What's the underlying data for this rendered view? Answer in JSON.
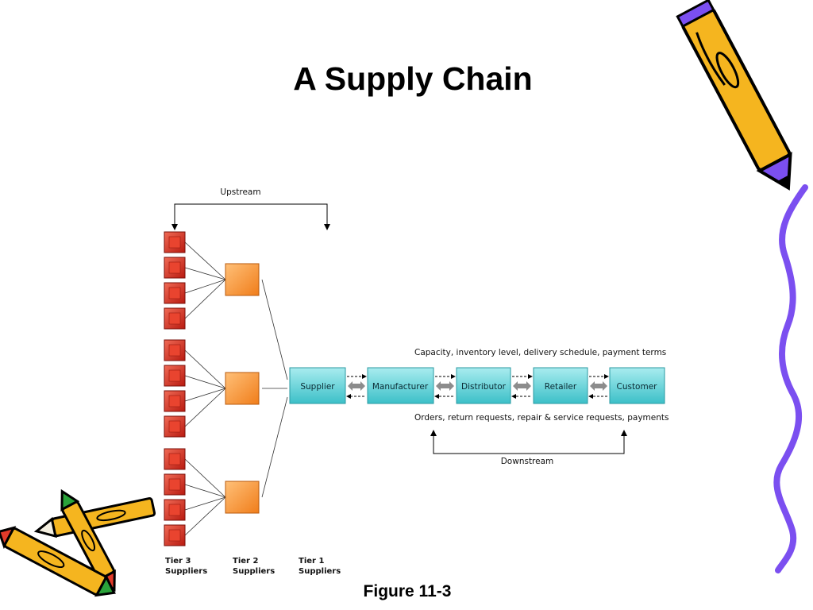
{
  "slide": {
    "title": "A Supply Chain",
    "caption": "Figure 11-3"
  },
  "diagram": {
    "upstream_label": "Upstream",
    "downstream_label": "Downstream",
    "info_top": "Capacity, inventory level, delivery schedule, payment terms",
    "info_bottom": "Orders, return requests, repair & service requests, payments",
    "chain": [
      "Supplier",
      "Manufacturer",
      "Distributor",
      "Retailer",
      "Customer"
    ],
    "tiers": [
      {
        "line1": "Tier 3",
        "line2": "Suppliers"
      },
      {
        "line1": "Tier 2",
        "line2": "Suppliers"
      },
      {
        "line1": "Tier 1",
        "line2": "Suppliers"
      }
    ],
    "tier3_count_per_group": [
      4,
      4,
      4
    ],
    "tier2_count": 3
  },
  "colors": {
    "tier3_fill": "#d42a1e",
    "tier2_fill": "#f7941d",
    "chain_fill": "#5ecfd6",
    "arrow_gray": "#8c8c8c",
    "squiggle": "#7b4ff0",
    "pencil_body": "#f5b51f"
  },
  "decor": [
    "pencil-icon",
    "crayons-icon",
    "squiggle-line"
  ]
}
